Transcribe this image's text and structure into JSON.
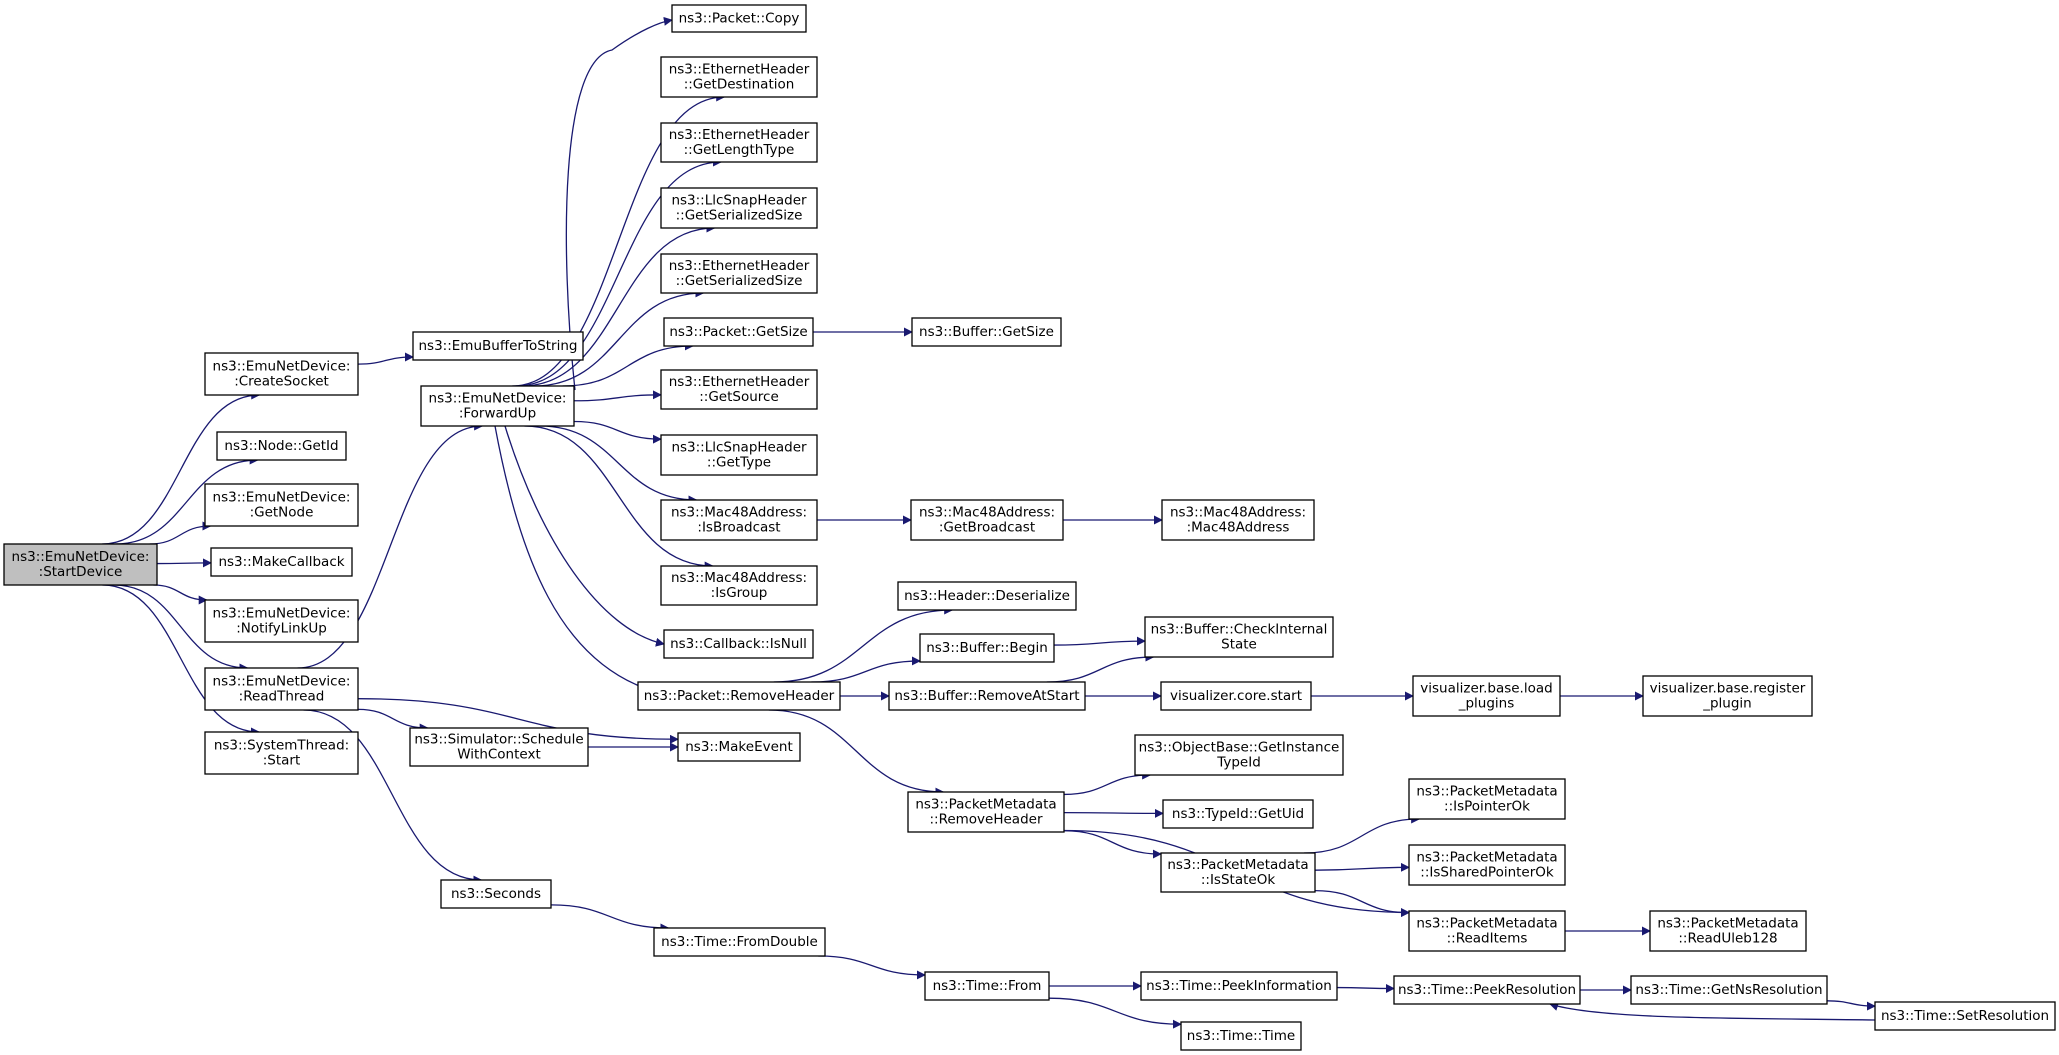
{
  "colors": {
    "edge": "#191970",
    "root_fill": "#bfbfbf",
    "node_fill": "#ffffff"
  },
  "nodes": [
    {
      "id": "root",
      "lines": [
        "ns3::EmuNetDevice:",
        ":StartDevice"
      ]
    },
    {
      "id": "createsocket",
      "lines": [
        "ns3::EmuNetDevice:",
        ":CreateSocket"
      ]
    },
    {
      "id": "nodegetid",
      "lines": [
        "ns3::Node::GetId"
      ]
    },
    {
      "id": "getnode",
      "lines": [
        "ns3::EmuNetDevice:",
        ":GetNode"
      ]
    },
    {
      "id": "makecallback",
      "lines": [
        "ns3::MakeCallback"
      ]
    },
    {
      "id": "notifylinkup",
      "lines": [
        "ns3::EmuNetDevice:",
        ":NotifyLinkUp"
      ]
    },
    {
      "id": "readthread",
      "lines": [
        "ns3::EmuNetDevice:",
        ":ReadThread"
      ]
    },
    {
      "id": "systhreadstart",
      "lines": [
        "ns3::SystemThread:",
        ":Start"
      ]
    },
    {
      "id": "emubuftostring",
      "lines": [
        "ns3::EmuBufferToString"
      ]
    },
    {
      "id": "forwardup",
      "lines": [
        "ns3::EmuNetDevice:",
        ":ForwardUp"
      ]
    },
    {
      "id": "schedulewithcontext",
      "lines": [
        "ns3::Simulator::Schedule",
        "WithContext"
      ]
    },
    {
      "id": "makeevent",
      "lines": [
        "ns3::MakeEvent"
      ]
    },
    {
      "id": "seconds",
      "lines": [
        "ns3::Seconds"
      ]
    },
    {
      "id": "packetcopy",
      "lines": [
        "ns3::Packet::Copy"
      ]
    },
    {
      "id": "ethgetdest",
      "lines": [
        "ns3::EthernetHeader",
        "::GetDestination"
      ]
    },
    {
      "id": "ethgetlentype",
      "lines": [
        "ns3::EthernetHeader",
        "::GetLengthType"
      ]
    },
    {
      "id": "llcgetsersize",
      "lines": [
        "ns3::LlcSnapHeader",
        "::GetSerializedSize"
      ]
    },
    {
      "id": "ethgetsersize",
      "lines": [
        "ns3::EthernetHeader",
        "::GetSerializedSize"
      ]
    },
    {
      "id": "packetgetsize",
      "lines": [
        "ns3::Packet::GetSize"
      ]
    },
    {
      "id": "ethgetsource",
      "lines": [
        "ns3::EthernetHeader",
        "::GetSource"
      ]
    },
    {
      "id": "llcgettype",
      "lines": [
        "ns3::LlcSnapHeader",
        "::GetType"
      ]
    },
    {
      "id": "macisbroadcast",
      "lines": [
        "ns3::Mac48Address:",
        ":IsBroadcast"
      ]
    },
    {
      "id": "macisgroup",
      "lines": [
        "ns3::Mac48Address:",
        ":IsGroup"
      ]
    },
    {
      "id": "callbackisnull",
      "lines": [
        "ns3::Callback::IsNull"
      ]
    },
    {
      "id": "removeheader",
      "lines": [
        "ns3::Packet::RemoveHeader"
      ]
    },
    {
      "id": "buffergetsize",
      "lines": [
        "ns3::Buffer::GetSize"
      ]
    },
    {
      "id": "macgetbroadcast",
      "lines": [
        "ns3::Mac48Address:",
        ":GetBroadcast"
      ]
    },
    {
      "id": "macctor",
      "lines": [
        "ns3::Mac48Address:",
        ":Mac48Address"
      ]
    },
    {
      "id": "headerdeserialize",
      "lines": [
        "ns3::Header::Deserialize"
      ]
    },
    {
      "id": "bufferbegin",
      "lines": [
        "ns3::Buffer::Begin"
      ]
    },
    {
      "id": "checkinternal",
      "lines": [
        "ns3::Buffer::CheckInternal",
        "State"
      ]
    },
    {
      "id": "removeatstart",
      "lines": [
        "ns3::Buffer::RemoveAtStart"
      ]
    },
    {
      "id": "viscorestart",
      "lines": [
        "visualizer.core.start"
      ]
    },
    {
      "id": "visloadplugins",
      "lines": [
        "visualizer.base.load",
        "_plugins"
      ]
    },
    {
      "id": "visregplugin",
      "lines": [
        "visualizer.base.register",
        "_plugin"
      ]
    },
    {
      "id": "getinstancetypeid",
      "lines": [
        "ns3::ObjectBase::GetInstance",
        "TypeId"
      ]
    },
    {
      "id": "pmremoveheader",
      "lines": [
        "ns3::PacketMetadata",
        "::RemoveHeader"
      ]
    },
    {
      "id": "typeidgetuid",
      "lines": [
        "ns3::TypeId::GetUid"
      ]
    },
    {
      "id": "pmispointerok",
      "lines": [
        "ns3::PacketMetadata",
        "::IsPointerOk"
      ]
    },
    {
      "id": "pmisstateok",
      "lines": [
        "ns3::PacketMetadata",
        "::IsStateOk"
      ]
    },
    {
      "id": "pmissharedptrok",
      "lines": [
        "ns3::PacketMetadata",
        "::IsSharedPointerOk"
      ]
    },
    {
      "id": "pmreaditems",
      "lines": [
        "ns3::PacketMetadata",
        "::ReadItems"
      ]
    },
    {
      "id": "pmreaduleb",
      "lines": [
        "ns3::PacketMetadata",
        "::ReadUleb128"
      ]
    },
    {
      "id": "timefromdouble",
      "lines": [
        "ns3::Time::FromDouble"
      ]
    },
    {
      "id": "timefrom",
      "lines": [
        "ns3::Time::From"
      ]
    },
    {
      "id": "timepeekinfo",
      "lines": [
        "ns3::Time::PeekInformation"
      ]
    },
    {
      "id": "timepeekres",
      "lines": [
        "ns3::Time::PeekResolution"
      ]
    },
    {
      "id": "timegetnsres",
      "lines": [
        "ns3::Time::GetNsResolution"
      ]
    },
    {
      "id": "timesetres",
      "lines": [
        "ns3::Time::SetResolution"
      ]
    },
    {
      "id": "timetime",
      "lines": [
        "ns3::Time::Time"
      ]
    }
  ],
  "edges": [
    [
      "root",
      "createsocket"
    ],
    [
      "root",
      "nodegetid"
    ],
    [
      "root",
      "getnode"
    ],
    [
      "root",
      "makecallback"
    ],
    [
      "root",
      "notifylinkup"
    ],
    [
      "root",
      "readthread"
    ],
    [
      "root",
      "systhreadstart"
    ],
    [
      "createsocket",
      "emubuftostring"
    ],
    [
      "readthread",
      "forwardup"
    ],
    [
      "readthread",
      "schedulewithcontext"
    ],
    [
      "readthread",
      "makeevent"
    ],
    [
      "readthread",
      "seconds"
    ],
    [
      "schedulewithcontext",
      "makeevent"
    ],
    [
      "forwardup",
      "packetcopy"
    ],
    [
      "forwardup",
      "ethgetdest"
    ],
    [
      "forwardup",
      "ethgetlentype"
    ],
    [
      "forwardup",
      "llcgetsersize"
    ],
    [
      "forwardup",
      "ethgetsersize"
    ],
    [
      "forwardup",
      "packetgetsize"
    ],
    [
      "forwardup",
      "ethgetsource"
    ],
    [
      "forwardup",
      "llcgettype"
    ],
    [
      "forwardup",
      "macisbroadcast"
    ],
    [
      "forwardup",
      "macisgroup"
    ],
    [
      "forwardup",
      "callbackisnull"
    ],
    [
      "forwardup",
      "removeheader"
    ],
    [
      "packetgetsize",
      "buffergetsize"
    ],
    [
      "macisbroadcast",
      "macgetbroadcast"
    ],
    [
      "macgetbroadcast",
      "macctor"
    ],
    [
      "removeheader",
      "headerdeserialize"
    ],
    [
      "removeheader",
      "bufferbegin"
    ],
    [
      "removeheader",
      "removeatstart"
    ],
    [
      "removeheader",
      "pmremoveheader"
    ],
    [
      "bufferbegin",
      "checkinternal"
    ],
    [
      "removeatstart",
      "checkinternal"
    ],
    [
      "removeatstart",
      "viscorestart"
    ],
    [
      "viscorestart",
      "visloadplugins"
    ],
    [
      "visloadplugins",
      "visregplugin"
    ],
    [
      "pmremoveheader",
      "getinstancetypeid"
    ],
    [
      "pmremoveheader",
      "typeidgetuid"
    ],
    [
      "pmremoveheader",
      "pmisstateok"
    ],
    [
      "pmremoveheader",
      "pmreaditems"
    ],
    [
      "pmisstateok",
      "pmispointerok"
    ],
    [
      "pmisstateok",
      "pmissharedptrok"
    ],
    [
      "pmisstateok",
      "pmreaditems"
    ],
    [
      "pmreaditems",
      "pmreaduleb"
    ],
    [
      "seconds",
      "timefromdouble"
    ],
    [
      "timefromdouble",
      "timefrom"
    ],
    [
      "timefrom",
      "timepeekinfo"
    ],
    [
      "timefrom",
      "timetime"
    ],
    [
      "timepeekinfo",
      "timepeekres"
    ],
    [
      "timepeekres",
      "timegetnsres"
    ],
    [
      "timegetnsres",
      "timesetres"
    ],
    [
      "timesetres",
      "timepeekres"
    ]
  ]
}
